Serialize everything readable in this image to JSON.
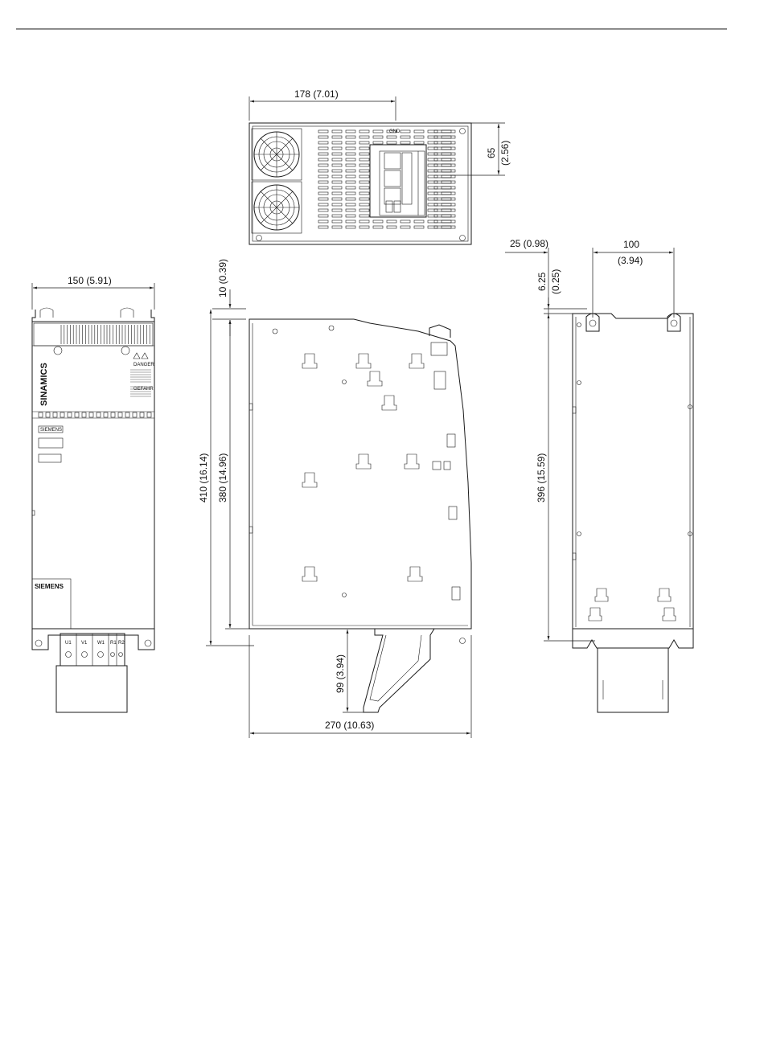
{
  "dimensions": {
    "front_width": "150 (5.91)",
    "top_width": "178 (7.01)",
    "top_depth": "65",
    "top_depth_in": "(2.56)",
    "side_top_offset": "10 (0.39)",
    "side_total_height": "410 (16.14)",
    "side_body_height": "380 (14.96)",
    "side_bottom_extension": "99 (3.94)",
    "side_depth": "270 (10.63)",
    "back_offset": "25 (0.98)",
    "back_spacing": "100",
    "back_spacing_in": "(3.94)",
    "back_top_offset": "6.25",
    "back_top_offset_in": "(0.25)",
    "back_height": "396 (15.59)"
  },
  "labels": {
    "gnd": "GND",
    "brand_vertical": "SINAMICS",
    "brand_plate_small": "SIEMENS",
    "brand_plate_large": "SIEMENS",
    "danger": "DANGER",
    "gefahr": "GEFAHR",
    "terminals": [
      "U1",
      "V1",
      "W1",
      "R1",
      "R2"
    ]
  },
  "colors": {
    "line": "#1a1a1a",
    "background": "#ffffff"
  }
}
